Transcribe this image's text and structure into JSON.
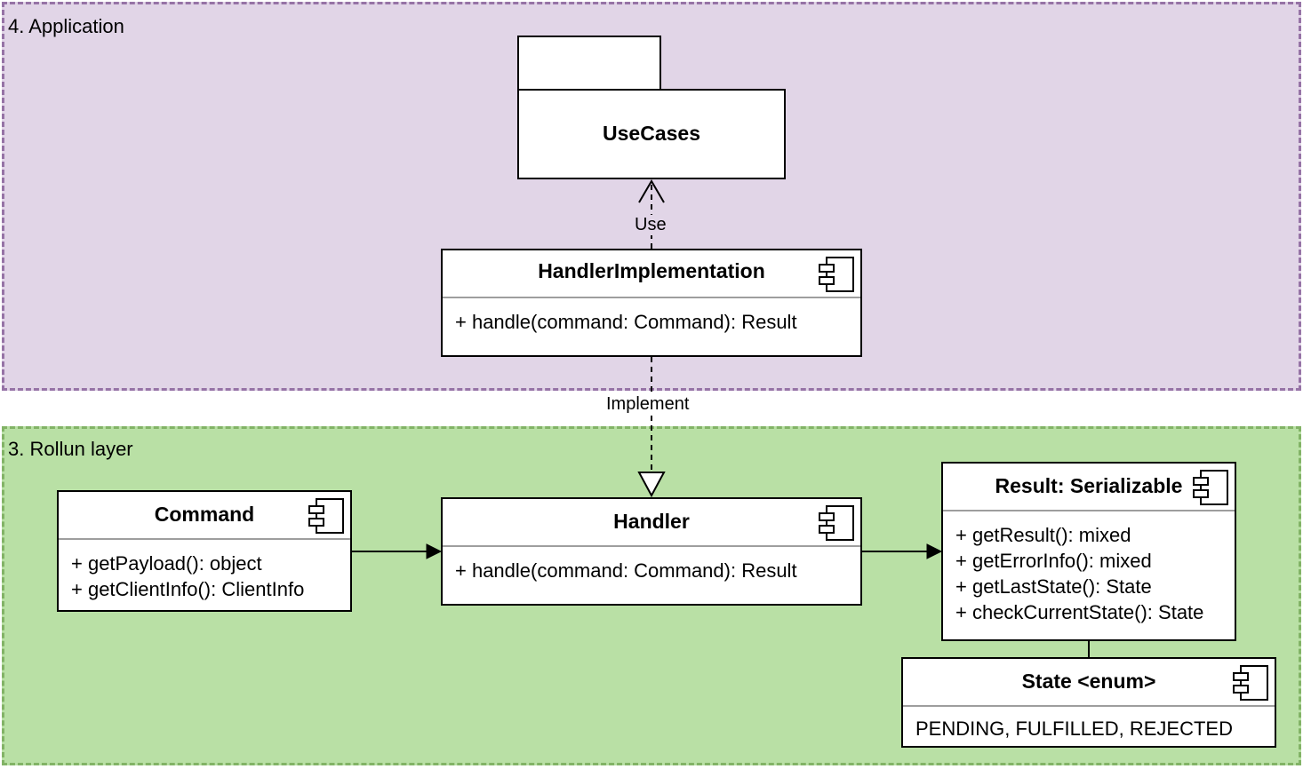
{
  "layers": {
    "application": {
      "label": "4. Application",
      "fill": "#e1d5e7",
      "stroke": "#9673a6"
    },
    "rollun": {
      "label": "3. Rollun layer",
      "fill": "#b9e0a5",
      "stroke": "#82b366"
    }
  },
  "package": {
    "name": "UseCases"
  },
  "components": {
    "handler_impl": {
      "title": "HandlerImplementation",
      "members": [
        "+ handle(command: Command): Result"
      ]
    },
    "command": {
      "title": "Command",
      "members": [
        "+ getPayload(): object",
        "+ getClientInfo(): ClientInfo"
      ]
    },
    "handler": {
      "title": "Handler",
      "members": [
        "+ handle(command: Command): Result"
      ]
    },
    "result": {
      "title": "Result: Serializable",
      "members": [
        "+ getResult(): mixed",
        "+ getErrorInfo(): mixed",
        "+ getLastState(): State",
        "+ checkCurrentState(): State"
      ]
    },
    "state": {
      "title": "State <enum>",
      "members": [
        "PENDING, FULFILLED, REJECTED"
      ]
    }
  },
  "edges": {
    "use": "Use",
    "implement": "Implement"
  },
  "icons": {
    "component": "component-icon"
  }
}
